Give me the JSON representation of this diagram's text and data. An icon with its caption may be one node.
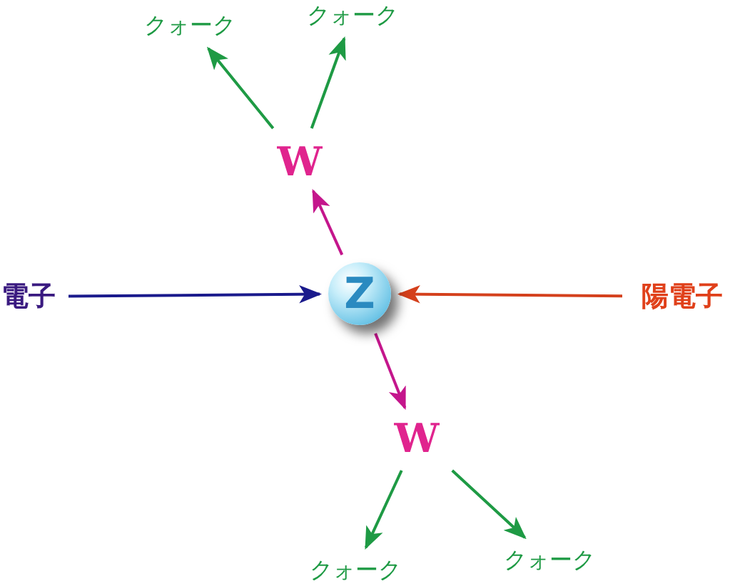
{
  "diagram": {
    "nodes": [
      {
        "text": [
          "電子"
        ]
      },
      {
        "text": [
          "陽電子"
        ]
      },
      {
        "text": [
          "Z"
        ]
      },
      {
        "text": [
          "W"
        ]
      },
      {
        "text": [
          "クォーク"
        ]
      },
      {
        "text": [
          "クォーク"
        ]
      },
      {
        "text": [
          "W"
        ]
      },
      {
        "text": [
          "クォーク"
        ]
      },
      {
        "text": [
          "クォーク"
        ]
      }
    ],
    "edges": [
      {
        "from": 0,
        "to": 2,
        "arrow": "to",
        "color": "#1a1a8c"
      },
      {
        "from": 1,
        "to": 2,
        "arrow": "to",
        "color": "#d4401c"
      },
      {
        "from": 2,
        "to": 3,
        "arrow": "to",
        "color": "#c4168c"
      },
      {
        "from": 3,
        "to": 4,
        "arrow": "to"
      },
      {
        "from": 3,
        "to": 5,
        "arrow": "to"
      },
      {
        "from": 2,
        "to": 6,
        "arrow": "to",
        "color": "#c4168c"
      },
      {
        "from": 6,
        "to": 7,
        "arrow": "to"
      },
      {
        "from": 6,
        "to": 8,
        "arrow": "to"
      }
    ]
  }
}
